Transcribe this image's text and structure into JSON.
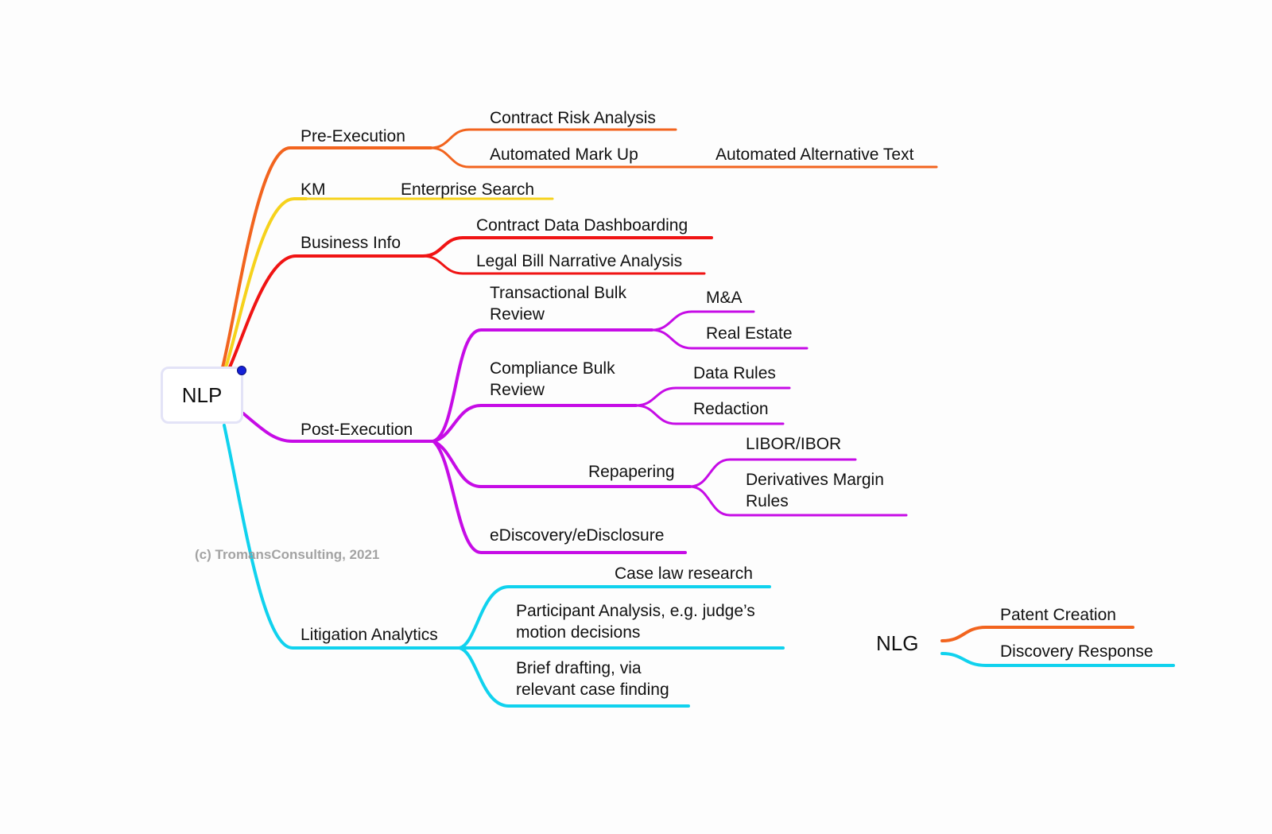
{
  "root_label": "NLP",
  "nlg_label": "NLG",
  "copyright": "(c) TromansConsulting, 2021",
  "colors": {
    "orange": "#f2641e",
    "yellow": "#f6d21c",
    "red": "#f01414",
    "purple": "#c60ce6",
    "cyan": "#10d2ee"
  },
  "nlp_tree": [
    {
      "id": "pre-execution",
      "label": "Pre-Execution",
      "color": "orange",
      "children": [
        {
          "id": "contract-risk-analysis",
          "lines": [
            "Contract Risk Analysis"
          ]
        },
        {
          "id": "automated-mark-up",
          "lines": [
            "Automated Mark Up"
          ],
          "children": [
            {
              "id": "automated-alternative-text",
              "lines": [
                "Automated Alternative Text"
              ]
            }
          ]
        }
      ]
    },
    {
      "id": "km",
      "label": "KM",
      "color": "yellow",
      "children": [
        {
          "id": "enterprise-search",
          "lines": [
            "Enterprise Search"
          ]
        }
      ]
    },
    {
      "id": "business-info",
      "label": "Business Info",
      "color": "red",
      "children": [
        {
          "id": "contract-data-dashboarding",
          "lines": [
            "Contract Data Dashboarding"
          ]
        },
        {
          "id": "legal-bill-narrative-analysis",
          "lines": [
            "Legal Bill Narrative Analysis"
          ]
        }
      ]
    },
    {
      "id": "post-execution",
      "label": "Post-Execution",
      "color": "purple",
      "children": [
        {
          "id": "transactional-bulk-review",
          "lines": [
            "Transactional Bulk",
            "Review"
          ],
          "children": [
            {
              "id": "m-and-a",
              "lines": [
                "M&A"
              ]
            },
            {
              "id": "real-estate",
              "lines": [
                "Real Estate"
              ]
            }
          ]
        },
        {
          "id": "compliance-bulk-review",
          "lines": [
            "Compliance Bulk",
            "Review"
          ],
          "children": [
            {
              "id": "data-rules",
              "lines": [
                "Data Rules"
              ]
            },
            {
              "id": "redaction",
              "lines": [
                "Redaction"
              ]
            }
          ]
        },
        {
          "id": "repapering",
          "lines": [
            "Repapering"
          ],
          "children": [
            {
              "id": "libor-ibor",
              "lines": [
                "LIBOR/IBOR"
              ]
            },
            {
              "id": "derivatives-margin-rules",
              "lines": [
                "Derivatives Margin",
                "Rules"
              ]
            }
          ]
        },
        {
          "id": "ediscovery",
          "lines": [
            "eDiscovery/eDisclosure"
          ]
        }
      ]
    },
    {
      "id": "litigation-analytics",
      "label": "Litigation Analytics",
      "color": "cyan",
      "children": [
        {
          "id": "case-law-research",
          "lines": [
            "Case law research"
          ]
        },
        {
          "id": "participant-analysis",
          "lines": [
            "Participant Analysis, e.g. judge’s",
            "motion decisions"
          ]
        },
        {
          "id": "brief-drafting",
          "lines": [
            "Brief drafting, via",
            "relevant case finding"
          ]
        }
      ]
    }
  ],
  "nlg_tree": [
    {
      "id": "patent-creation",
      "lines": [
        "Patent Creation"
      ],
      "color": "orange"
    },
    {
      "id": "discovery-response",
      "lines": [
        "Discovery Response"
      ],
      "color": "cyan"
    }
  ]
}
